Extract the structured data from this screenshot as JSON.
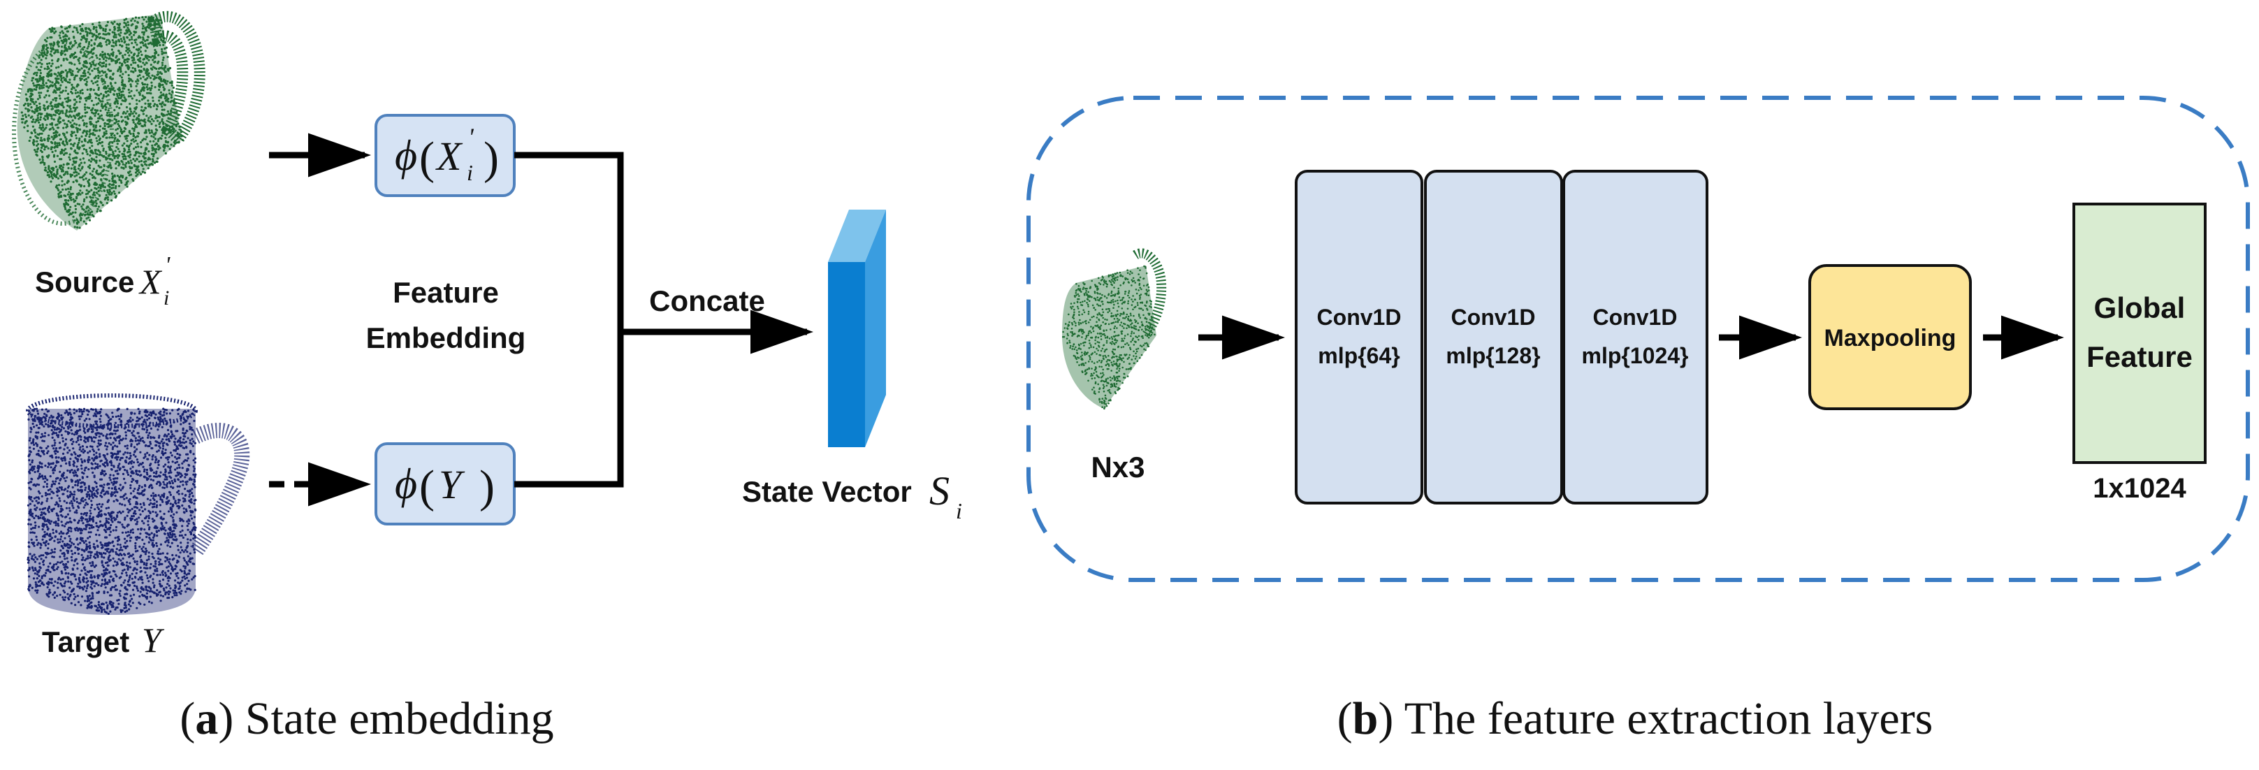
{
  "colors": {
    "source_cloud": "#1f6b33",
    "target_cloud": "#16216e",
    "embed_box_fill": "#d6e3f4",
    "embed_box_stroke": "#4f81bd",
    "conv_fill": "#d4e0f0",
    "maxpool_fill": "#fde598",
    "global_fill": "#d9ecd1",
    "dashed_border": "#3a7cc4",
    "state_vector": "#0a7ed0"
  },
  "panel_a": {
    "source_label": "Source",
    "source_symbol": "X",
    "source_sub": "i",
    "source_prime": "'",
    "embed_source": {
      "phi": "ϕ",
      "arg": "X",
      "sub": "i",
      "prime": "'"
    },
    "embed_target": {
      "phi": "ϕ",
      "arg": "Y"
    },
    "feature_label_line1": "Feature",
    "feature_label_line2": "Embedding",
    "concat_label": "Concate",
    "state_label": "State Vector",
    "state_symbol": "S",
    "state_sub": "i",
    "target_label": "Target",
    "target_symbol": "Y",
    "caption_letter": "a",
    "caption_text": " State embedding"
  },
  "panel_b": {
    "input_label": "Nx3",
    "conv": [
      {
        "line1": "Conv1D",
        "line2": "mlp{64}"
      },
      {
        "line1": "Conv1D",
        "line2": "mlp{128}"
      },
      {
        "line1": "Conv1D",
        "line2": "mlp{1024}"
      }
    ],
    "maxpool_label": "Maxpooling",
    "global_line1": "Global",
    "global_line2": "Feature",
    "output_label": "1x1024",
    "caption_letter": "b",
    "caption_text": " The feature extraction layers"
  }
}
